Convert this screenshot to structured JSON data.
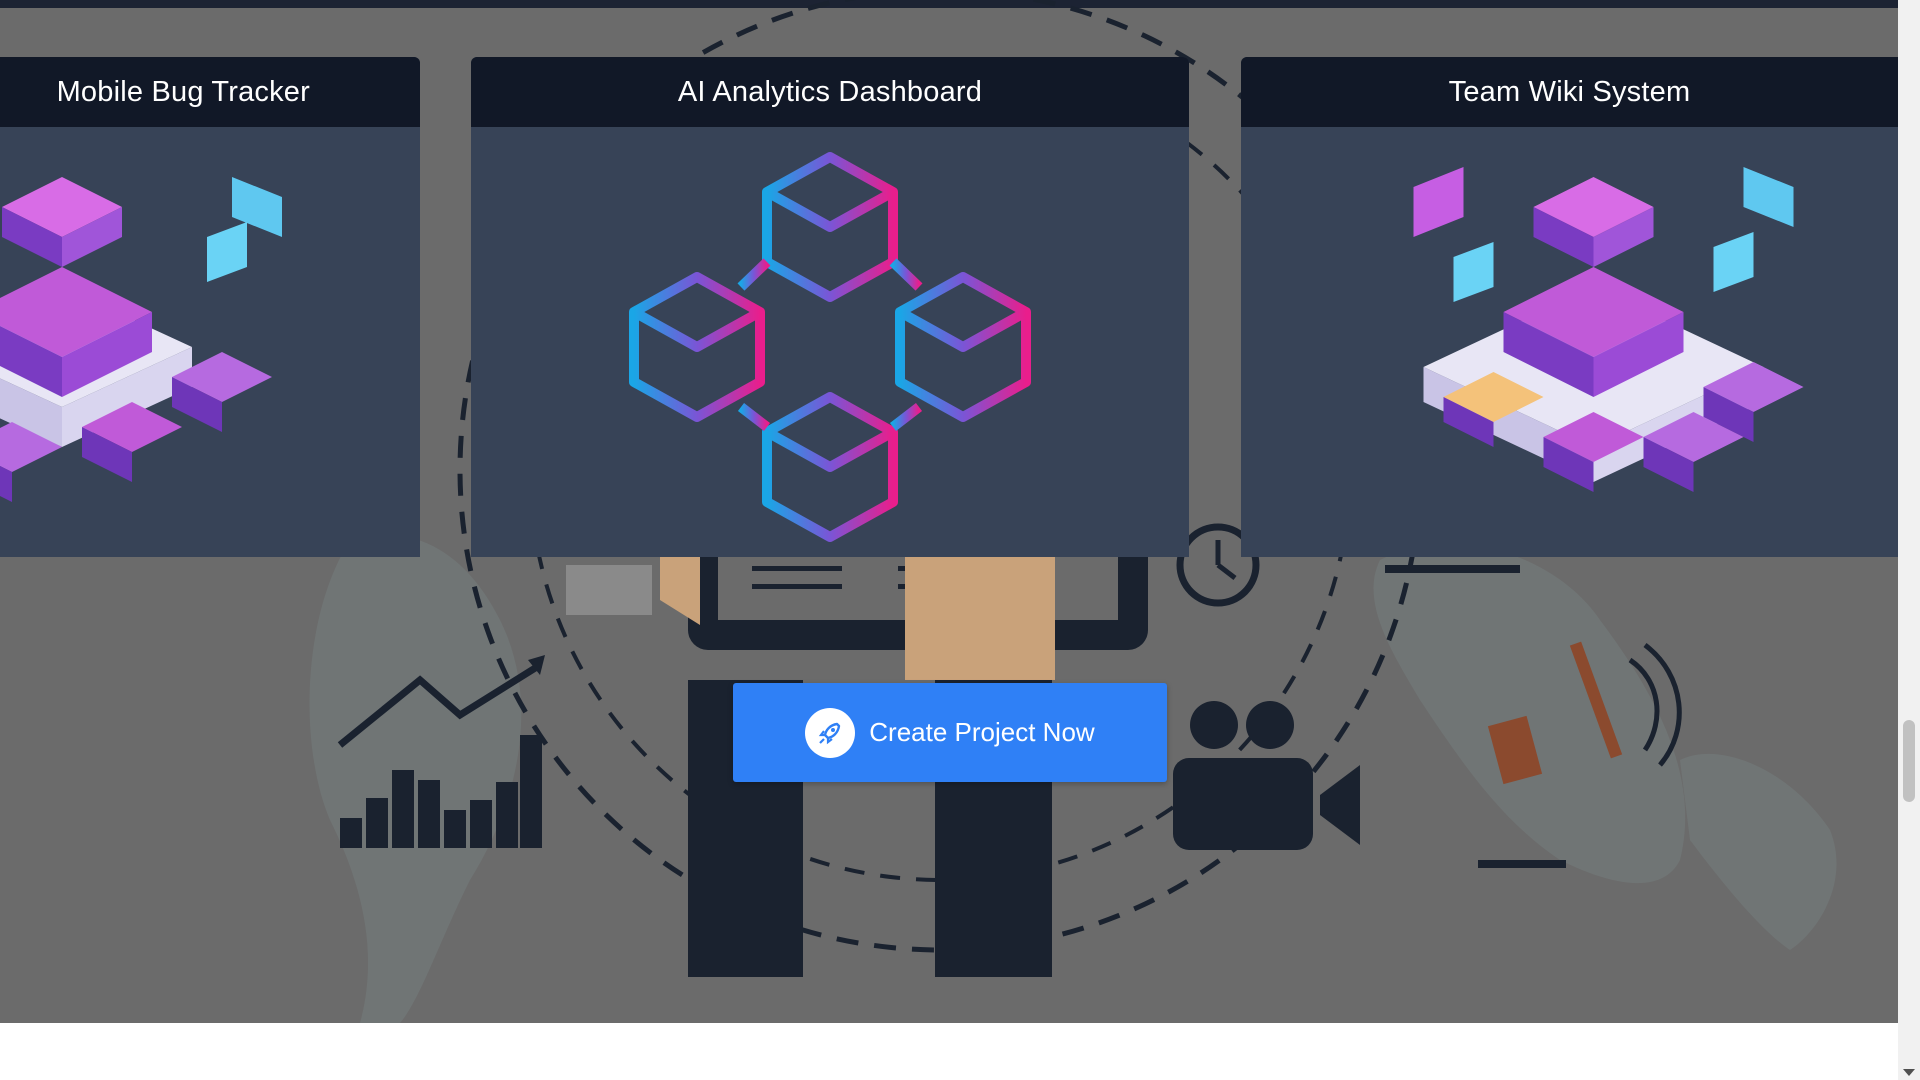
{
  "cards": [
    {
      "title": "Mobile Bug Tracker"
    },
    {
      "title": "AI Analytics Dashboard"
    },
    {
      "title": "Team Wiki System"
    }
  ],
  "cta": {
    "label": "Create Project Now",
    "icon": "rocket-icon"
  },
  "colors": {
    "primary": "#2f80f6",
    "card_header": "#111827",
    "card_body": "#374357",
    "hero_bg": "#6b6b6b"
  }
}
